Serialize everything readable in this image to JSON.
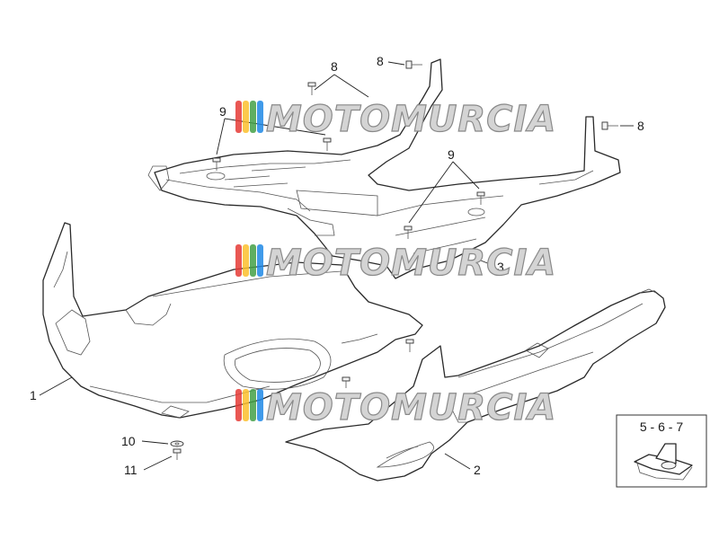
{
  "diagram": {
    "watermark_text": "MOTOMURCIA",
    "watermark_stripe_colors": [
      "#e53935",
      "#fbc02d",
      "#43a047",
      "#1e88e5"
    ],
    "callouts": {
      "c1": "1",
      "c2": "2",
      "c3": "3",
      "c8a": "8",
      "c8b": "8",
      "c8c": "8",
      "c9a": "9",
      "c9b": "9",
      "c10": "10",
      "c11": "11"
    },
    "inset_label": "5 - 6 - 7"
  }
}
